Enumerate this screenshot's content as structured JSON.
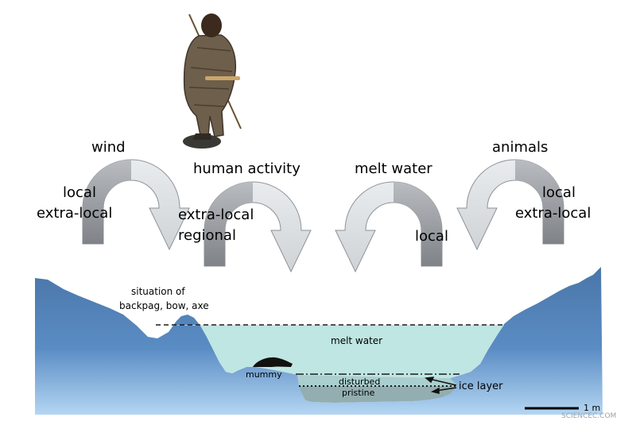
{
  "processes": [
    {
      "title": "wind",
      "lines": [
        "local",
        "extra-local"
      ]
    },
    {
      "title": "human activity",
      "lines": [
        "extra-local",
        "regional"
      ]
    },
    {
      "title": "melt water",
      "lines": [
        "local"
      ]
    },
    {
      "title": "animals",
      "lines": [
        "local",
        "extra-local"
      ]
    }
  ],
  "cross_section": {
    "situation_lines": [
      "situation of",
      "backpag, bow, axe"
    ],
    "melt_water": "melt water",
    "mummy": "mummy",
    "disturbed": "disturbed",
    "pristine": "pristine",
    "ice_layer": "ice layer",
    "scale": "1 m"
  },
  "watermark": "SCIENCEC.COM",
  "colors": {
    "terrain_top": "#4a76a8",
    "terrain_bottom": "#a9cfee",
    "melt_water": "#bfe6e3",
    "ice_pristine": "#93aeb0",
    "arrow_dark": "#8d9196",
    "arrow_light": "#d6dadd"
  }
}
